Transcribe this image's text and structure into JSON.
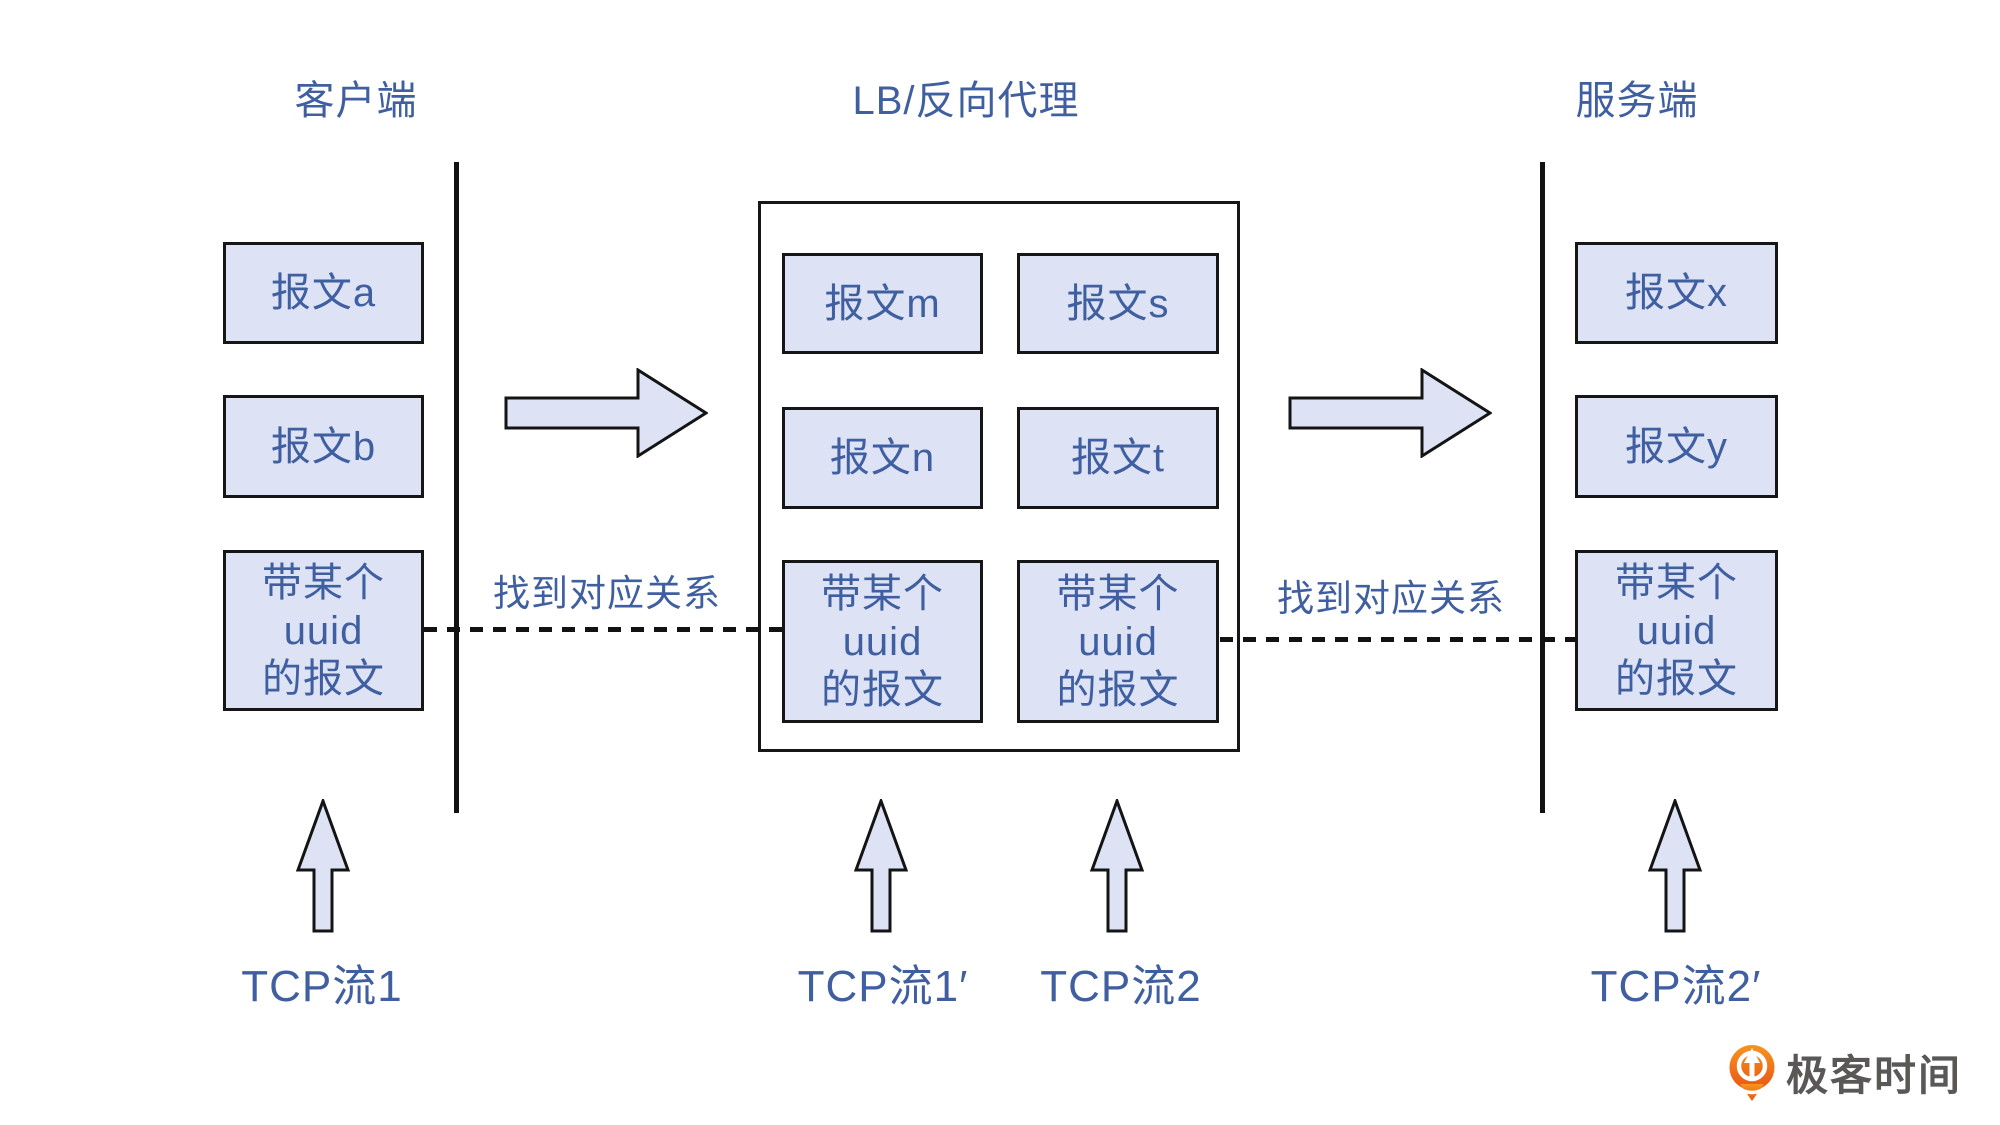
{
  "titles": {
    "client": "客户端",
    "lb": "LB/反向代理",
    "server": "服务端"
  },
  "client": {
    "packets": [
      "报文a",
      "报文b"
    ],
    "uuid_packet": "带某个\nuuid\n的报文",
    "stream": "TCP流1"
  },
  "lb": {
    "stream1_packets": [
      "报文m",
      "报文n"
    ],
    "stream2_packets": [
      "报文s",
      "报文t"
    ],
    "stream1_uuid_packet": "带某个\nuuid\n的报文",
    "stream2_uuid_packet": "带某个\nuuid\n的报文",
    "stream1": "TCP流1′",
    "stream2": "TCP流2"
  },
  "server": {
    "packets": [
      "报文x",
      "报文y"
    ],
    "uuid_packet": "带某个\nuuid\n的报文",
    "stream": "TCP流2′"
  },
  "annotations": {
    "mapping_left": "找到对应关系",
    "mapping_right": "找到对应关系"
  },
  "brand": {
    "name": "极客时间"
  },
  "colors": {
    "box_fill": "#dde3f5",
    "box_border": "#161616",
    "text_blue": "#3f5fa0",
    "brand_orange_top": "#f7941e",
    "brand_orange_bottom": "#e95513",
    "brand_text_gray": "#5a5757"
  }
}
